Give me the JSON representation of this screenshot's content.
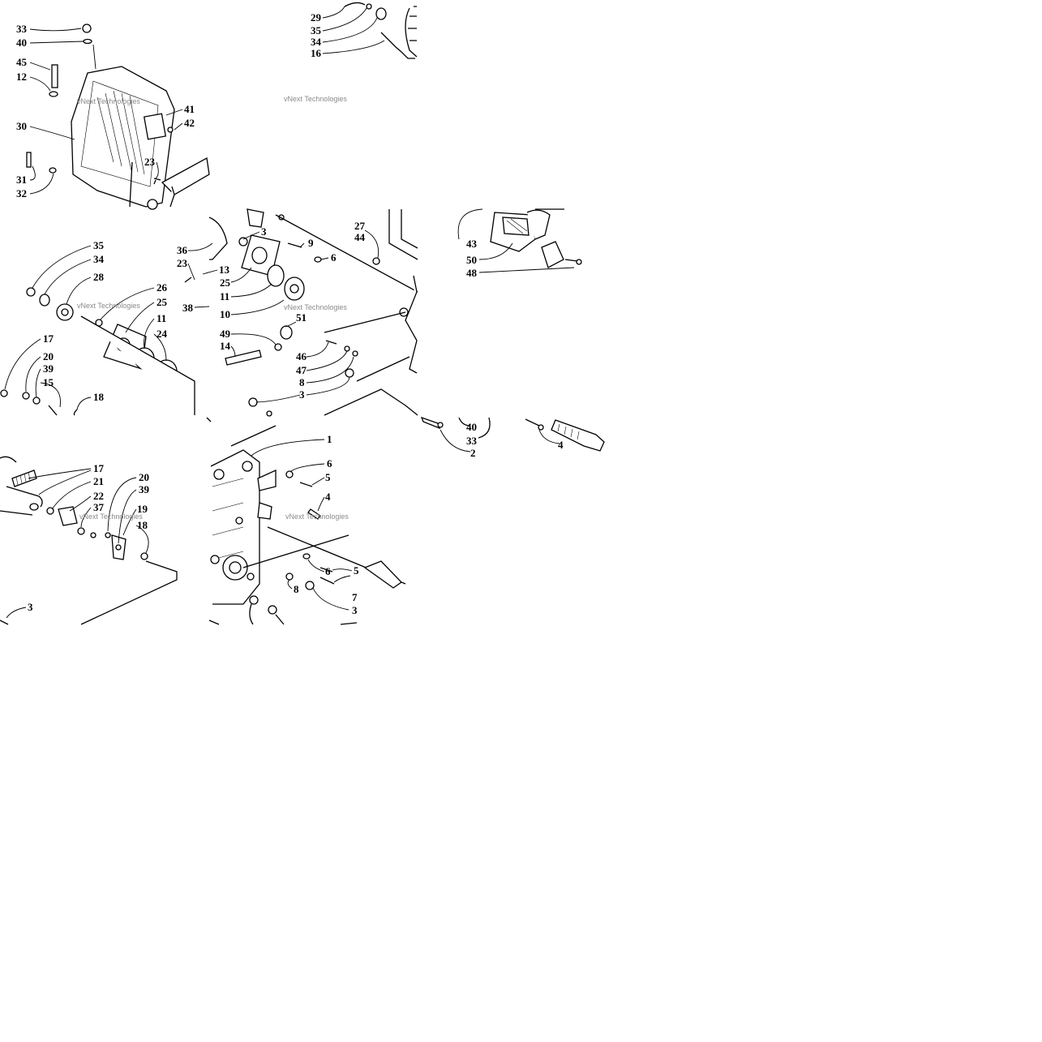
{
  "watermark": "vNext Technologies",
  "tiles": [
    {
      "id": "tl",
      "labels": [
        "33",
        "40",
        "45",
        "12",
        "30",
        "31",
        "32",
        "41",
        "42",
        "23"
      ]
    },
    {
      "id": "tm",
      "labels": [
        "29",
        "35",
        "34",
        "16"
      ]
    },
    {
      "id": "ml",
      "labels": [
        "35",
        "34",
        "28",
        "26",
        "25",
        "11",
        "24",
        "17",
        "20",
        "39",
        "15",
        "18"
      ]
    },
    {
      "id": "mm",
      "labels": [
        "36",
        "23",
        "13",
        "3",
        "9",
        "6",
        "27",
        "44",
        "25",
        "11",
        "38",
        "10",
        "51",
        "49",
        "14",
        "46",
        "47",
        "8",
        "3"
      ]
    },
    {
      "id": "mr",
      "labels": [
        "43",
        "50",
        "48"
      ]
    },
    {
      "id": "bl",
      "labels": [
        "17",
        "21",
        "22",
        "37",
        "20",
        "39",
        "19",
        "18",
        "3"
      ]
    },
    {
      "id": "bm",
      "labels": [
        "1",
        "6",
        "5",
        "4",
        "6",
        "5",
        "8",
        "7",
        "3"
      ]
    },
    {
      "id": "br",
      "labels": [
        "40",
        "33",
        "2",
        "4"
      ]
    }
  ],
  "labels": [
    "33",
    "40",
    "45",
    "12",
    "30",
    "31",
    "32",
    "41",
    "42",
    "23",
    "29",
    "35",
    "34",
    "16",
    "35",
    "34",
    "28",
    "26",
    "25",
    "11",
    "24",
    "17",
    "20",
    "39",
    "15",
    "18",
    "36",
    "23",
    "13",
    "3",
    "9",
    "6",
    "27",
    "44",
    "25",
    "11",
    "38",
    "10",
    "51",
    "49",
    "14",
    "46",
    "47",
    "8",
    "3",
    "43",
    "50",
    "48",
    "17",
    "21",
    "22",
    "37",
    "20",
    "39",
    "19",
    "18",
    "3",
    "1",
    "6",
    "5",
    "4",
    "6",
    "5",
    "8",
    "7",
    "3",
    "40",
    "33",
    "2",
    "4"
  ]
}
